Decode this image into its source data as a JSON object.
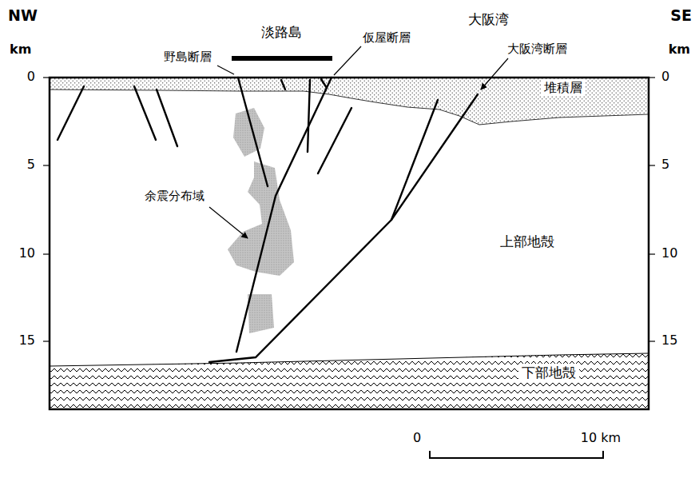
{
  "diagram": {
    "labels": [
      "NW",
      "SE",
      "km",
      "km",
      "淡路島",
      "大阪湾",
      "野島断層",
      "仮屋断層",
      "大阪湾断層",
      "堆積層",
      "余震分布域",
      "上部地殻",
      "下部地殻",
      "0",
      "5",
      "10",
      "15",
      "0",
      "5",
      "10",
      "15",
      "0",
      "10 km"
    ]
  }
}
